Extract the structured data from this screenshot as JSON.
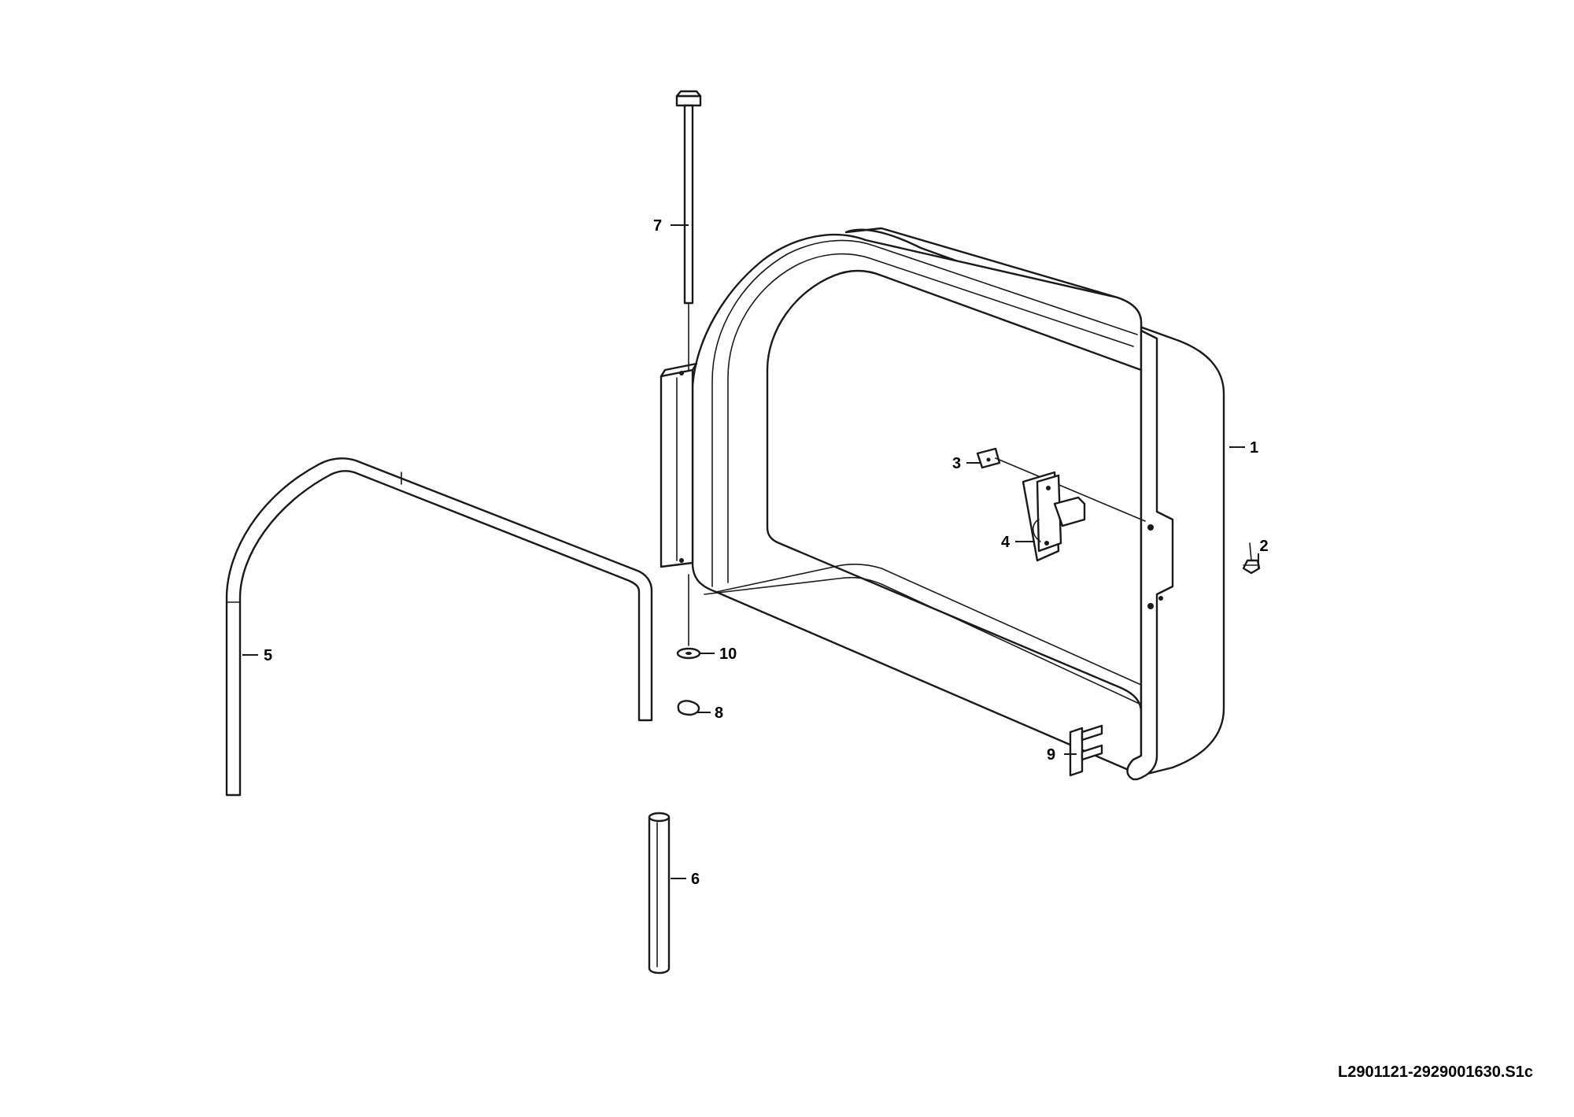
{
  "drawing_code": "L2901121-2929001630.S1c",
  "callouts": {
    "c1": "1",
    "c2": "2",
    "c3": "3",
    "c4": "4",
    "c5": "5",
    "c6": "6",
    "c7": "7",
    "c8": "8",
    "c9": "9",
    "c10": "10"
  }
}
